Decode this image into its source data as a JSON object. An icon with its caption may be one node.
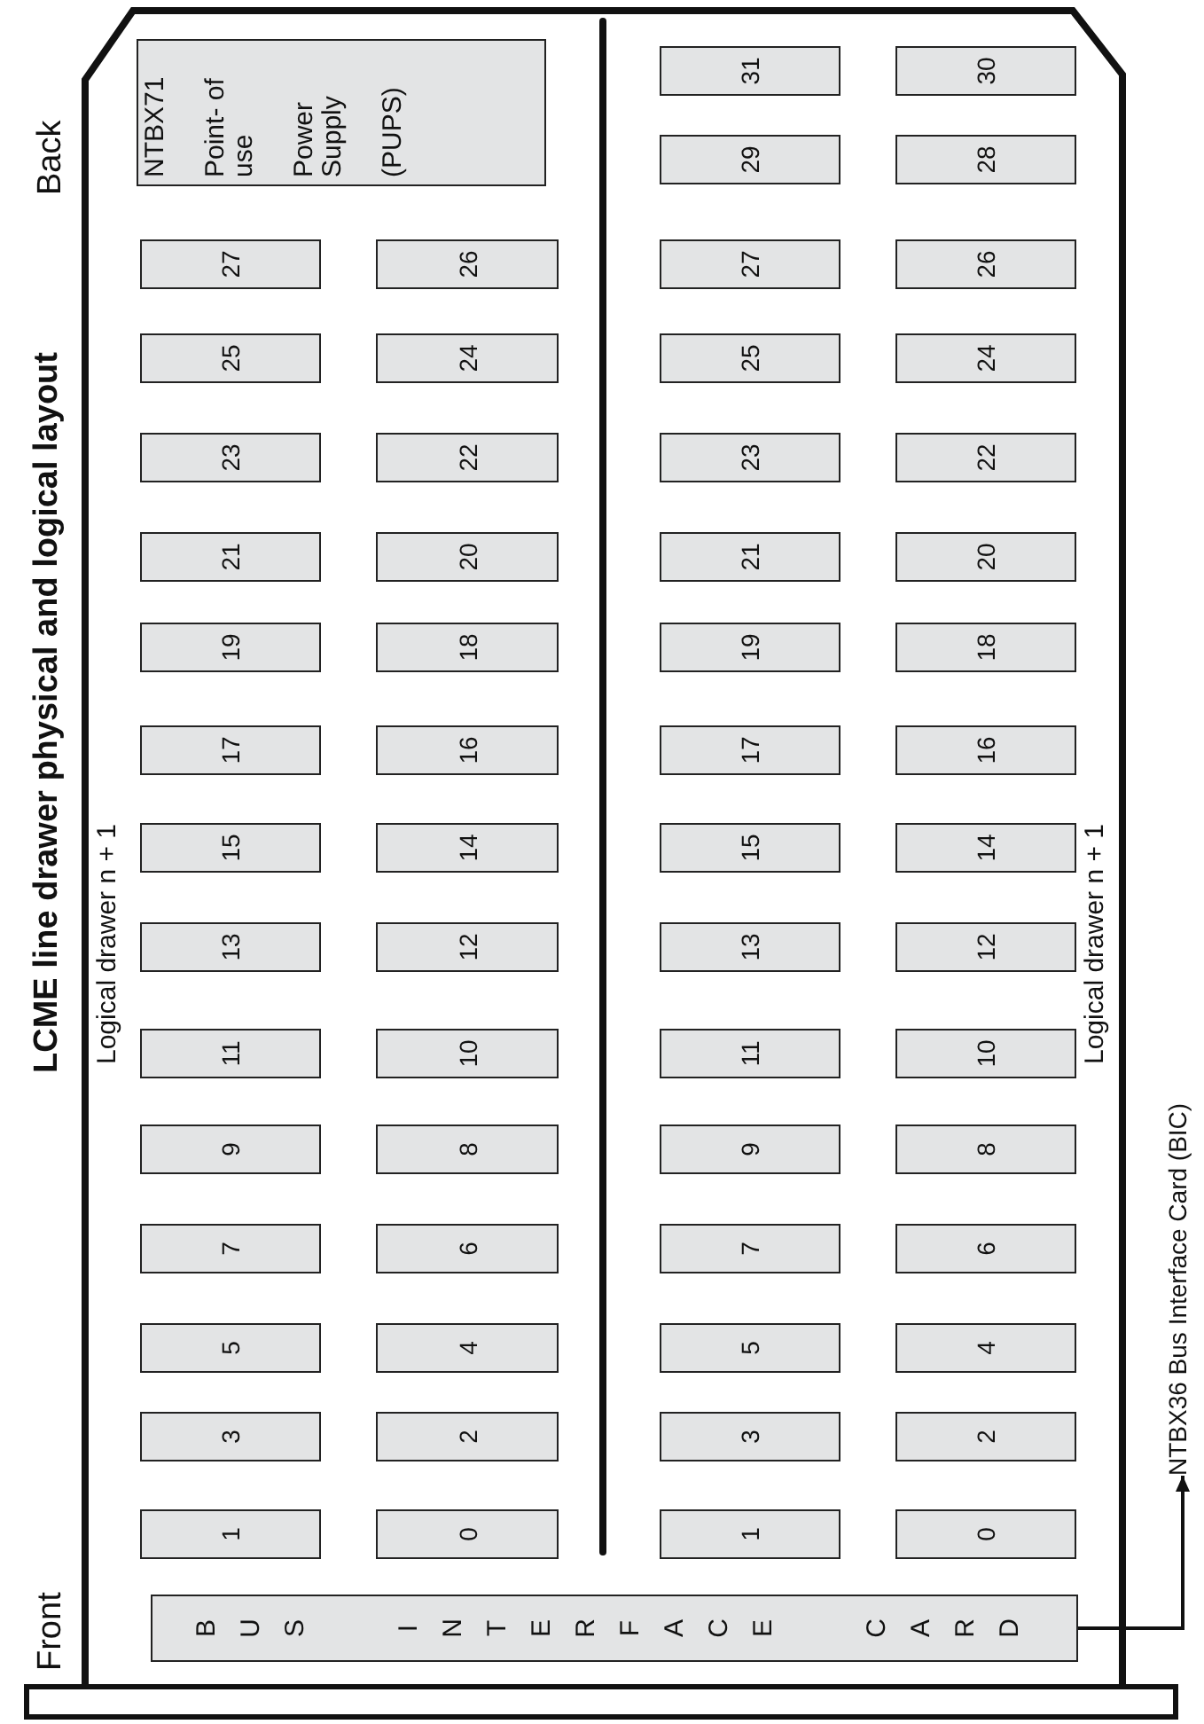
{
  "diagram": {
    "title": "LCME line drawer physical and logical layout",
    "nodes": [
      {
        "text": [
          "NTBX71",
          "Point- of use",
          "Power Supply",
          "(PUPS)"
        ]
      },
      {
        "text": [
          "31"
        ]
      },
      {
        "text": [
          "30"
        ]
      },
      {
        "text": [
          "29"
        ]
      },
      {
        "text": [
          "28"
        ]
      },
      {
        "text": [
          "27"
        ]
      },
      {
        "text": [
          "26"
        ]
      },
      {
        "text": [
          "27"
        ]
      },
      {
        "text": [
          "26"
        ]
      },
      {
        "text": [
          "25"
        ]
      },
      {
        "text": [
          "24"
        ]
      },
      {
        "text": [
          "25"
        ]
      },
      {
        "text": [
          "24"
        ]
      },
      {
        "text": [
          "23"
        ]
      },
      {
        "text": [
          "22"
        ]
      },
      {
        "text": [
          "23"
        ]
      },
      {
        "text": [
          "22"
        ]
      },
      {
        "text": [
          "21"
        ]
      },
      {
        "text": [
          "20"
        ]
      },
      {
        "text": [
          "21"
        ]
      },
      {
        "text": [
          "20"
        ]
      },
      {
        "text": [
          "19"
        ]
      },
      {
        "text": [
          "18"
        ]
      },
      {
        "text": [
          "19"
        ]
      },
      {
        "text": [
          "18"
        ]
      },
      {
        "text": [
          "17"
        ]
      },
      {
        "text": [
          "16"
        ]
      },
      {
        "text": [
          "17"
        ]
      },
      {
        "text": [
          "16"
        ]
      },
      {
        "text": [
          "15"
        ]
      },
      {
        "text": [
          "14"
        ]
      },
      {
        "text": [
          "15"
        ]
      },
      {
        "text": [
          "14"
        ]
      },
      {
        "text": [
          "13"
        ]
      },
      {
        "text": [
          "12"
        ]
      },
      {
        "text": [
          "13"
        ]
      },
      {
        "text": [
          "12"
        ]
      },
      {
        "text": [
          "11"
        ]
      },
      {
        "text": [
          "10"
        ]
      },
      {
        "text": [
          "11"
        ]
      },
      {
        "text": [
          "10"
        ]
      },
      {
        "text": [
          "9"
        ]
      },
      {
        "text": [
          "8"
        ]
      },
      {
        "text": [
          "9"
        ]
      },
      {
        "text": [
          "8"
        ]
      },
      {
        "text": [
          "7"
        ]
      },
      {
        "text": [
          "6"
        ]
      },
      {
        "text": [
          "7"
        ]
      },
      {
        "text": [
          "6"
        ]
      },
      {
        "text": [
          "5"
        ]
      },
      {
        "text": [
          "4"
        ]
      },
      {
        "text": [
          "5"
        ]
      },
      {
        "text": [
          "4"
        ]
      },
      {
        "text": [
          "3"
        ]
      },
      {
        "text": [
          "2"
        ]
      },
      {
        "text": [
          "3"
        ]
      },
      {
        "text": [
          "2"
        ]
      },
      {
        "text": [
          "1"
        ]
      },
      {
        "text": [
          "0"
        ]
      },
      {
        "text": [
          "1"
        ]
      },
      {
        "text": [
          "0"
        ]
      },
      {
        "text": [
          "BUS INTERFACE CARD"
        ]
      },
      {
        "text": [
          "NTBX36 Bus Interface Card (BIC)"
        ]
      }
    ],
    "edges": [
      {
        "from": 61,
        "to": 62,
        "arrow": "to"
      }
    ],
    "labels": [
      "Back",
      "Logical drawer n + 1",
      "Logical drawer n + 1",
      "Front"
    ]
  }
}
